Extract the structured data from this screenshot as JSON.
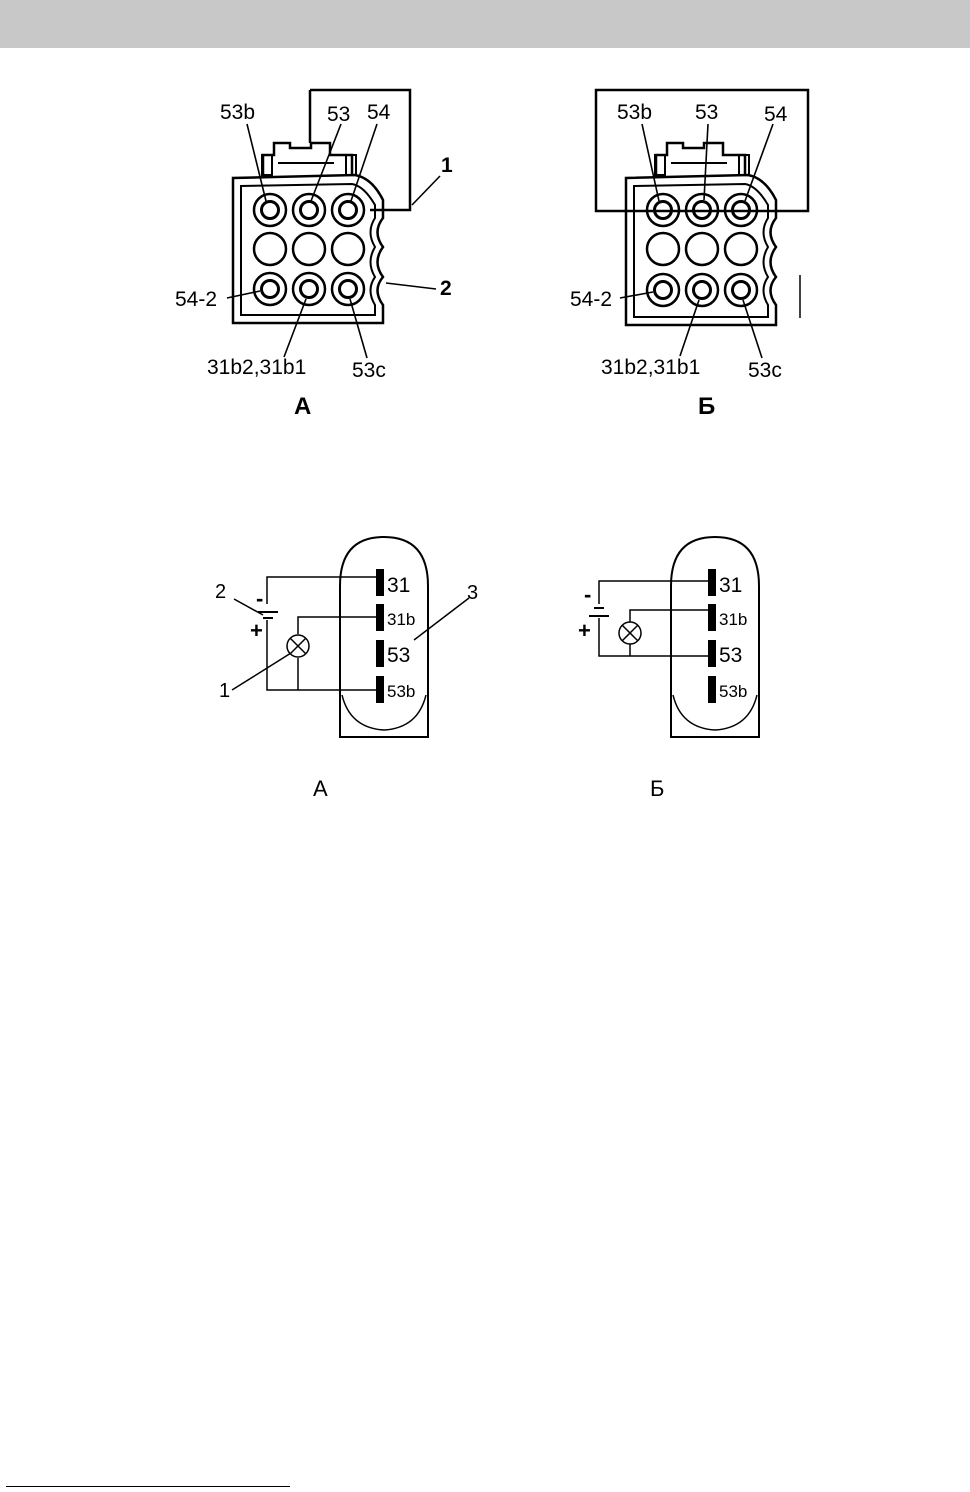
{
  "connector_views": [
    {
      "caption": "А",
      "labels": {
        "pin_53b": "53b",
        "pin_53": "53",
        "pin_54": "54",
        "pin_54_2": "54-2",
        "pin_31b": "31b2,31b1",
        "pin_53c": "53c",
        "callout_1": "1",
        "callout_2": "2"
      }
    },
    {
      "caption": "Б",
      "labels": {
        "pin_53b": "53b",
        "pin_53": "53",
        "pin_54": "54",
        "pin_54_2": "54-2",
        "pin_31b": "31b2,31b1",
        "pin_53c": "53c"
      }
    }
  ],
  "circuit_views": [
    {
      "caption": "А",
      "terminals": [
        "31",
        "31b",
        "53",
        "53b"
      ],
      "polarity_minus": "-",
      "polarity_plus": "+",
      "callout_1": "1",
      "callout_2": "2",
      "callout_3": "3"
    },
    {
      "caption": "Б",
      "terminals": [
        "31",
        "31b",
        "53",
        "53b"
      ],
      "polarity_minus": "-",
      "polarity_plus": "+"
    }
  ]
}
